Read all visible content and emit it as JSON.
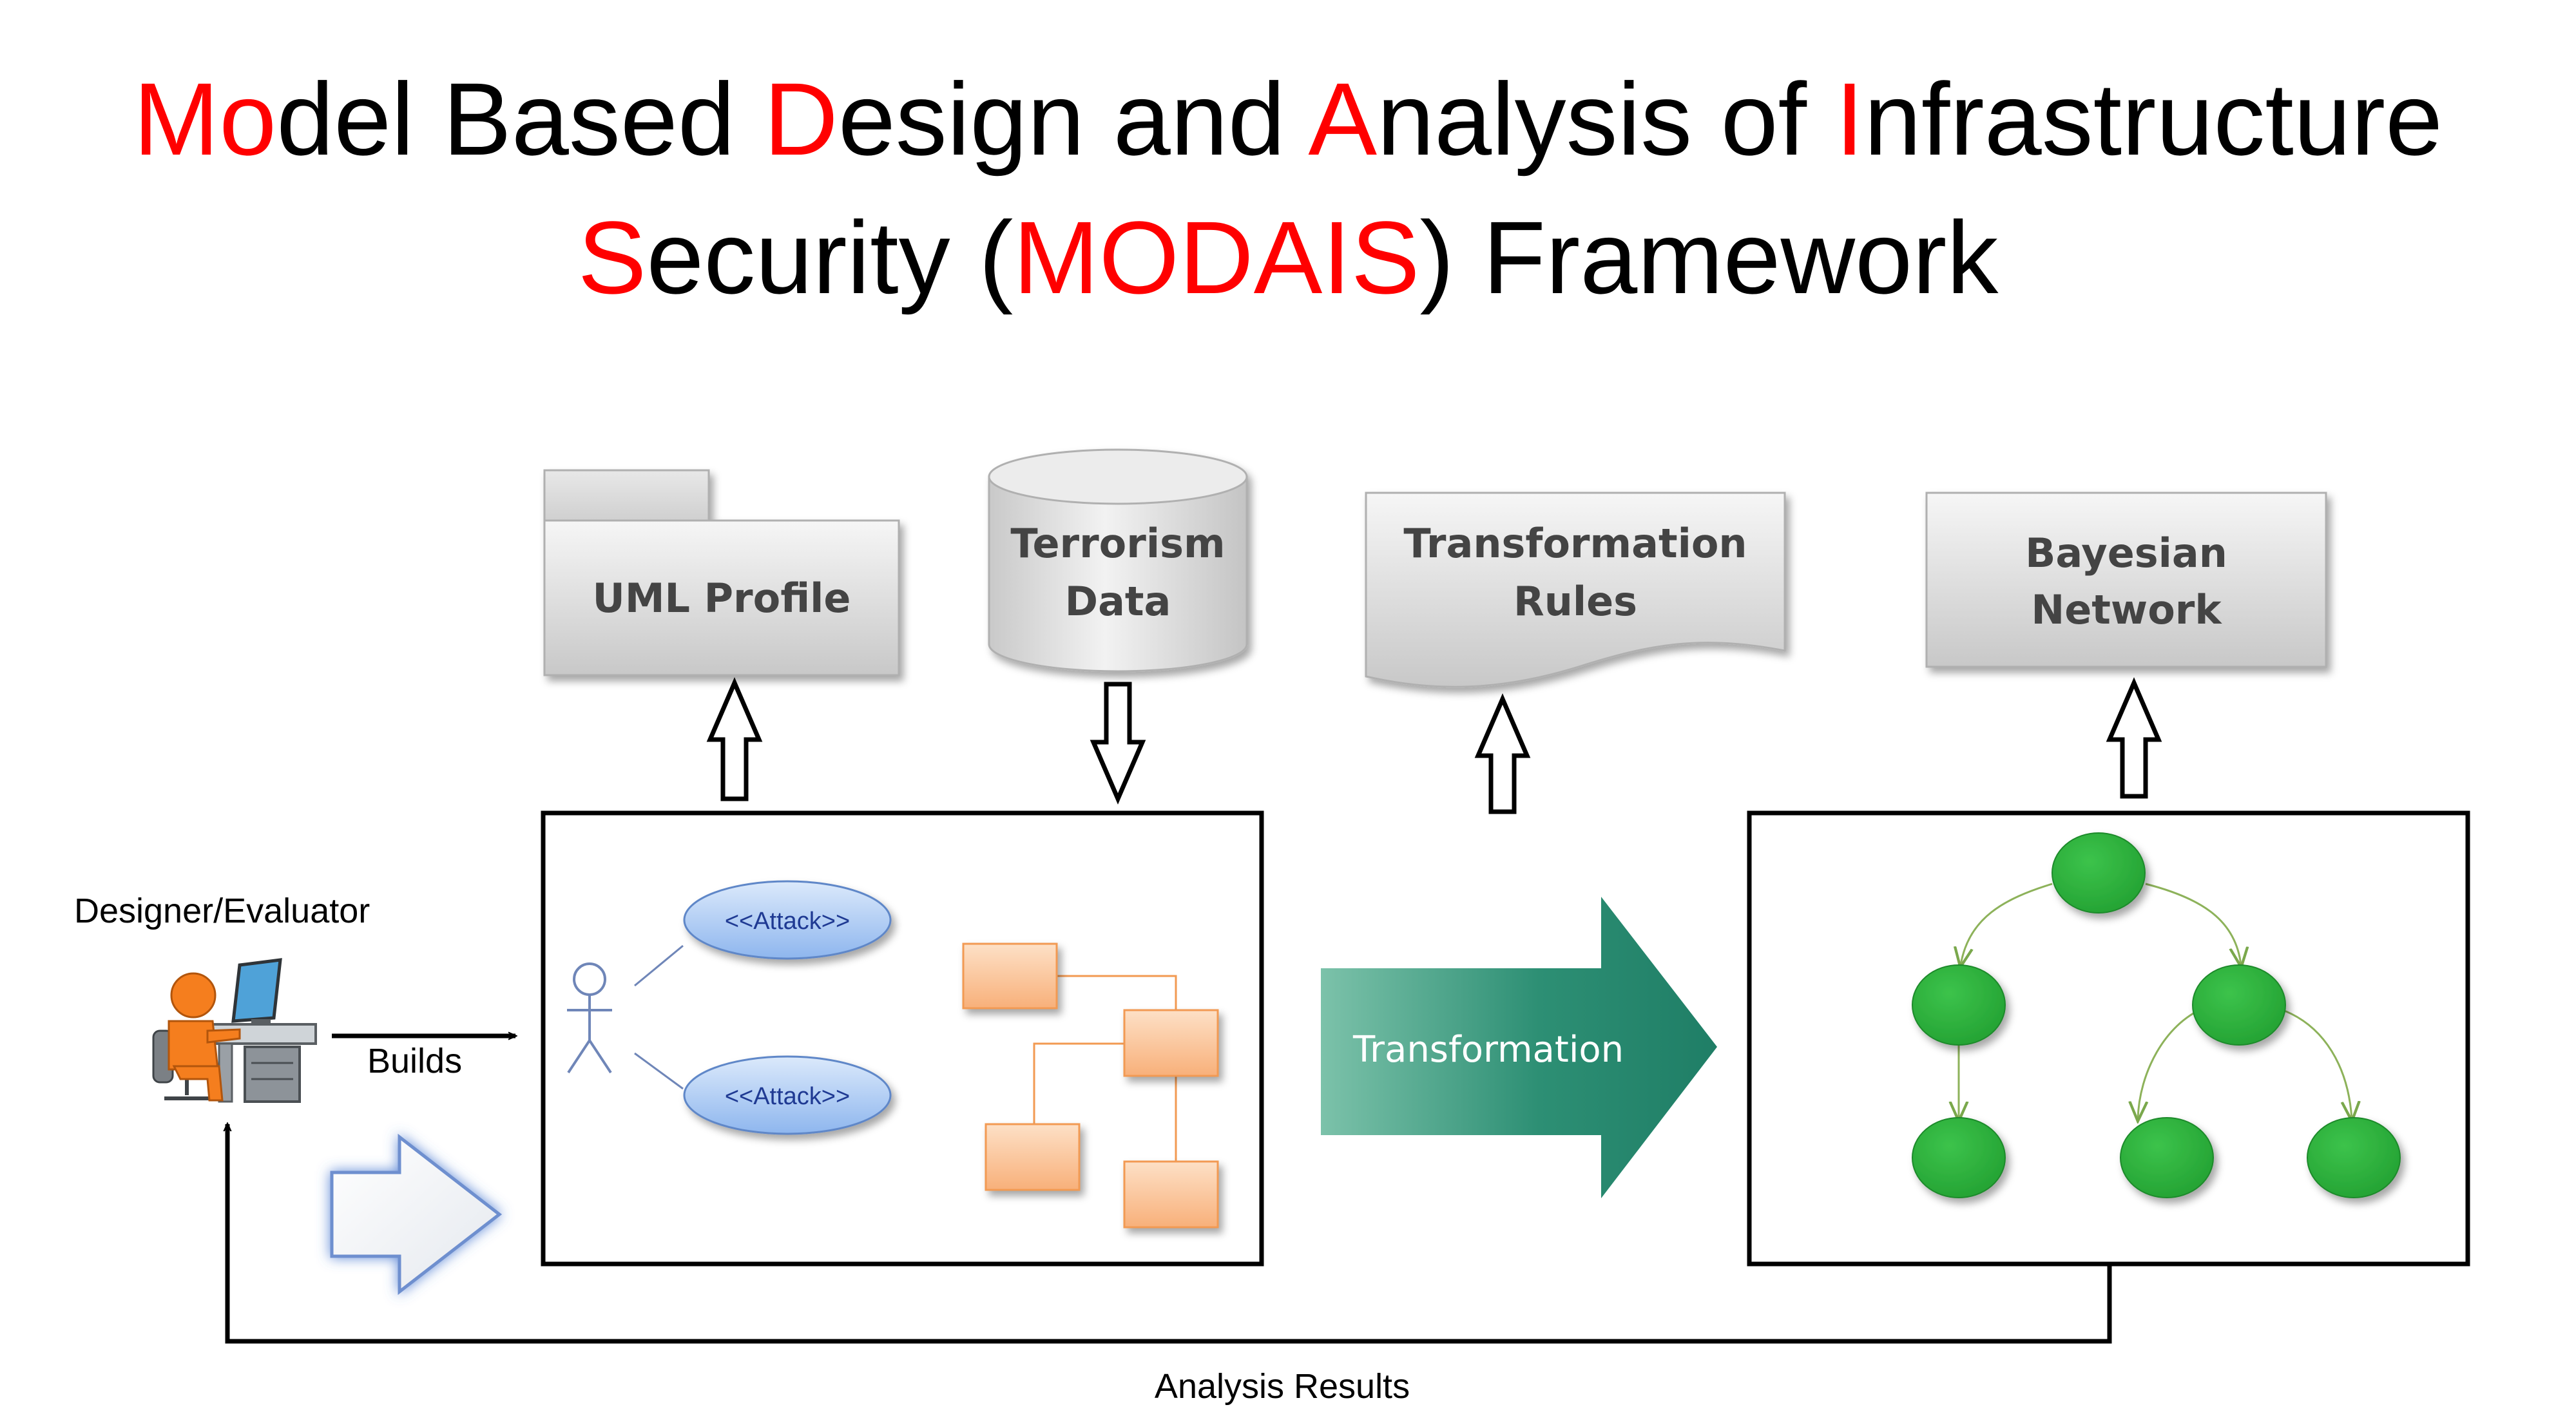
{
  "title": {
    "line1": [
      {
        "text": "Mo",
        "accent": true
      },
      {
        "text": "del Based ",
        "accent": false
      },
      {
        "text": "D",
        "accent": true
      },
      {
        "text": "esign and ",
        "accent": false
      },
      {
        "text": "A",
        "accent": true
      },
      {
        "text": "nalysis of ",
        "accent": false
      },
      {
        "text": "I",
        "accent": true
      },
      {
        "text": "nfrastructure",
        "accent": false
      }
    ],
    "line2": [
      {
        "text": "S",
        "accent": true
      },
      {
        "text": "ecurity (",
        "accent": false
      },
      {
        "text": "MODAIS",
        "accent": true
      },
      {
        "text": ") Framework",
        "accent": false
      }
    ]
  },
  "artifacts": {
    "uml_profile": "UML Profile",
    "terrorism_data": [
      "Terrorism",
      "Data"
    ],
    "transformation_rules": [
      "Transformation",
      "Rules"
    ],
    "bayesian_network": [
      "Bayesian",
      "Network"
    ]
  },
  "actor": {
    "role": "Designer/Evaluator",
    "builds": "Builds"
  },
  "uml_model": {
    "usecases": [
      "<<Attack>>",
      "<<Attack>>"
    ]
  },
  "transformation": "Transformation",
  "feedback": "Analysis Results",
  "colors": {
    "accent": "#ff0000",
    "text": "#000000",
    "gray_box": "#d4d4d4",
    "usecase_fill": "#a9c8f2",
    "class_fill": "#fbbf8c",
    "node_fill": "#2fb33e",
    "arrow_teal": "#2f9679"
  }
}
